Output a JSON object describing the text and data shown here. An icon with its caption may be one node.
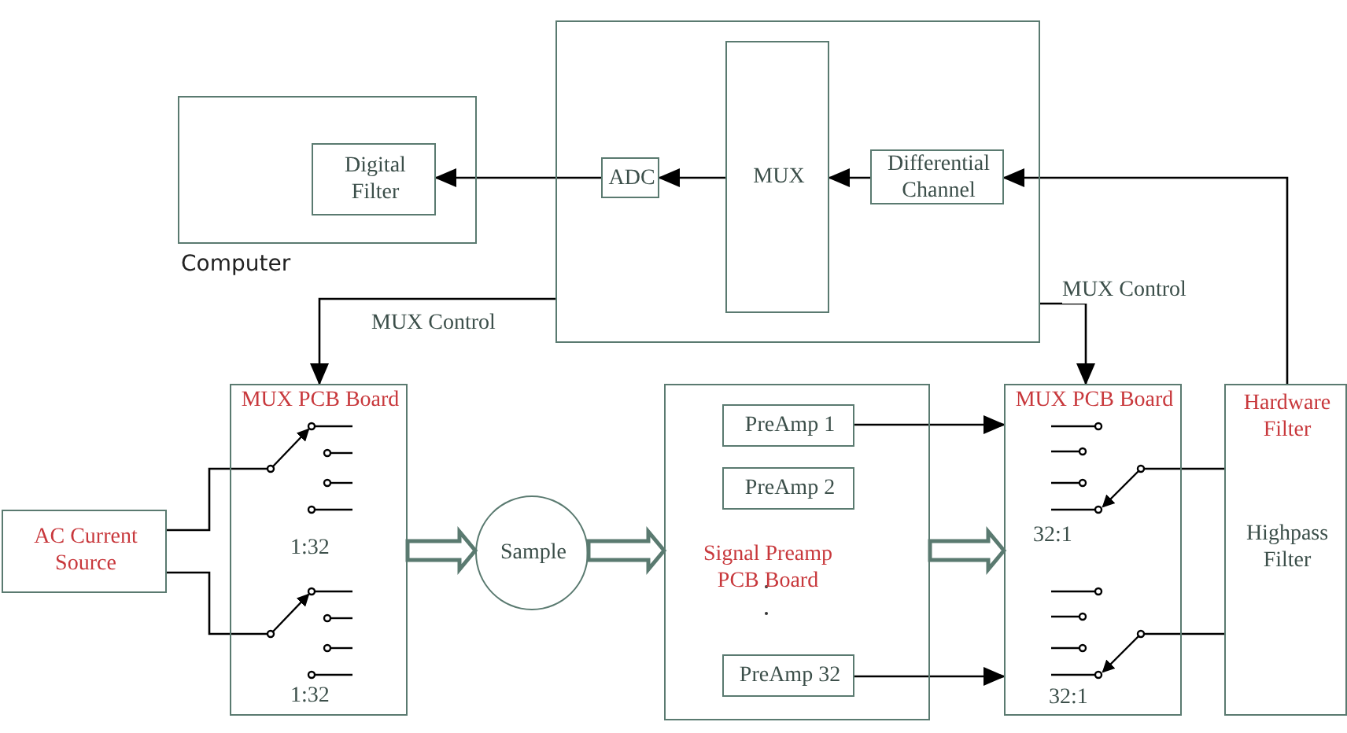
{
  "diagram": {
    "nodes": [
      {
        "text": [
          "Computer"
        ]
      },
      {
        "text": [
          "Digital Filter"
        ],
        "in": 0
      },
      {
        "text": [],
        "shape": "box"
      },
      {
        "text": [
          "ADC"
        ],
        "in": 2
      },
      {
        "text": [
          "MUX"
        ],
        "in": 2
      },
      {
        "text": [
          "Differential Channel"
        ],
        "in": 2
      },
      {
        "text": [
          "MUX PCB Board",
          "1:32",
          "1:32"
        ]
      },
      {
        "text": [
          "AC Current Source"
        ]
      },
      {
        "text": [
          "Sample"
        ]
      },
      {
        "text": [
          "Signal Preamp PCB Board"
        ]
      },
      {
        "text": [
          "PreAmp 1"
        ],
        "in": 9
      },
      {
        "text": [
          "PreAmp 2"
        ],
        "in": 9
      },
      {
        "text": [
          "PreAmp 32"
        ],
        "in": 9
      },
      {
        "text": [
          "MUX PCB Board",
          "32:1",
          "32:1"
        ]
      },
      {
        "text": [
          "Hardware Filter",
          "Highpass Filter"
        ]
      }
    ],
    "edges": [
      {
        "from": 14,
        "to": 5,
        "arrow": "to"
      },
      {
        "from": 5,
        "to": 4,
        "arrow": "to"
      },
      {
        "from": 4,
        "to": 3,
        "arrow": "to"
      },
      {
        "from": 3,
        "to": 1,
        "arrow": "to"
      },
      {
        "from": 2,
        "to": 6,
        "arrow": "to",
        "label": "MUX Control"
      },
      {
        "from": 2,
        "to": 13,
        "arrow": "to",
        "label": "MUX Control"
      },
      {
        "from": 7,
        "to": 6,
        "arrow": "none"
      },
      {
        "from": 7,
        "to": 6,
        "arrow": "none"
      },
      {
        "from": 6,
        "to": 8,
        "arrow": "to",
        "style": "thick"
      },
      {
        "from": 8,
        "to": 9,
        "arrow": "to",
        "style": "thick"
      },
      {
        "from": 9,
        "to": 13,
        "arrow": "to",
        "style": "thick"
      },
      {
        "from": 10,
        "to": 13,
        "arrow": "to"
      },
      {
        "from": 12,
        "to": 13,
        "arrow": "to"
      },
      {
        "from": 13,
        "to": 14,
        "arrow": "none"
      },
      {
        "from": 13,
        "to": 14,
        "arrow": "none"
      }
    ]
  }
}
